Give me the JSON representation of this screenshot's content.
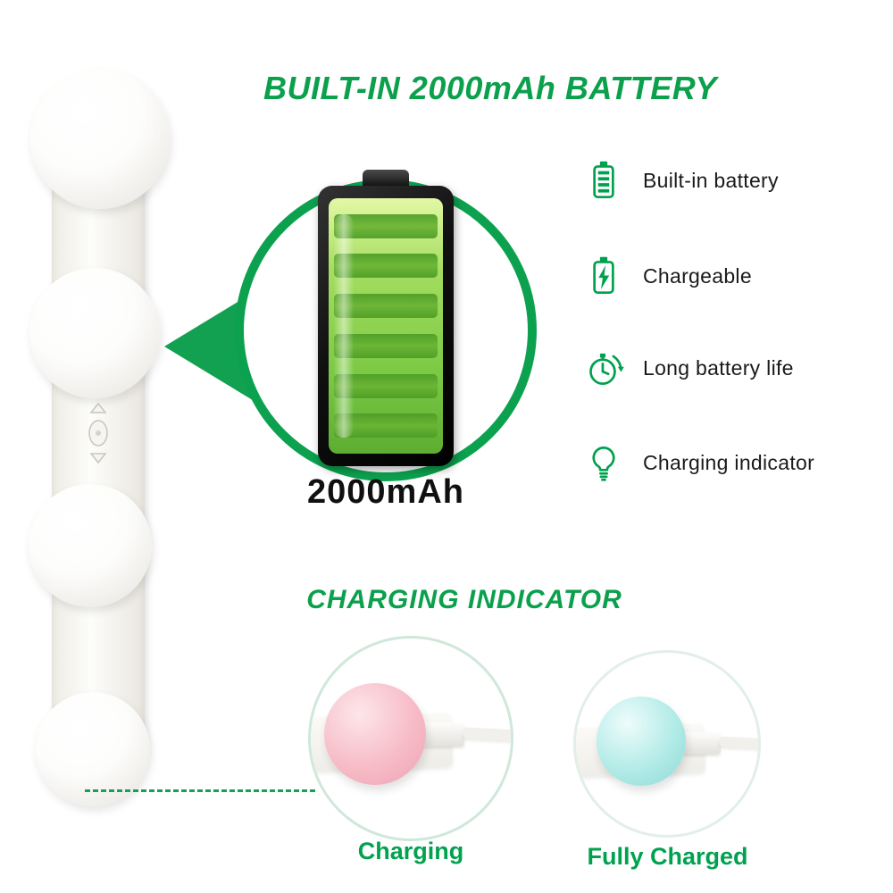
{
  "page": {
    "title": "BUILT-IN 2000mAh BATTERY"
  },
  "battery_section": {
    "capacity": "2000mAh"
  },
  "features": [
    {
      "icon": "builtin-battery-icon",
      "label": "Built-in battery"
    },
    {
      "icon": "chargeable-battery-icon",
      "label": "Chargeable"
    },
    {
      "icon": "long-battery-life-icon",
      "label": "Long battery life"
    },
    {
      "icon": "charging-indicator-icon",
      "label": "Charging indicator"
    }
  ],
  "charging_section": {
    "title": "CHARGING INDICATOR",
    "states": [
      {
        "label": "Charging",
        "bulb_color": "#f3b3c0"
      },
      {
        "label": "Fully Charged",
        "bulb_color": "#a9e8e4"
      }
    ]
  },
  "colors": {
    "accent_green": "#0aa04c",
    "battery_green": "#7cc944",
    "charging_pink": "#f3b3c0",
    "charged_cyan": "#a9e8e4"
  }
}
